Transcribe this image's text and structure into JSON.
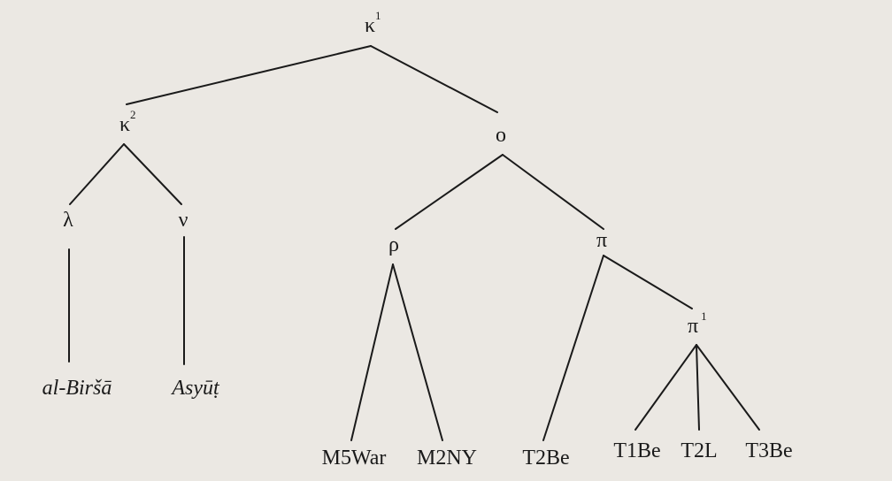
{
  "stemma": {
    "nodes": {
      "kappa1": {
        "symbol": "κ",
        "sup": "1"
      },
      "kappa2": {
        "symbol": "κ",
        "sup": "2"
      },
      "omicron": {
        "symbol": "ο"
      },
      "lambda": {
        "symbol": "λ"
      },
      "nu": {
        "symbol": "ν"
      },
      "rho": {
        "symbol": "ρ"
      },
      "pi": {
        "symbol": "π"
      },
      "pi1": {
        "symbol": "π",
        "sup": "1"
      }
    },
    "witnesses": {
      "al_birsa": "al-Biršā",
      "asyut": "Asyūṭ",
      "m5war": "M5War",
      "m2ny": "M2NY",
      "t2be": "T2Be",
      "t1be": "T1Be",
      "t2l": "T2L",
      "t3be": "T3Be"
    }
  }
}
